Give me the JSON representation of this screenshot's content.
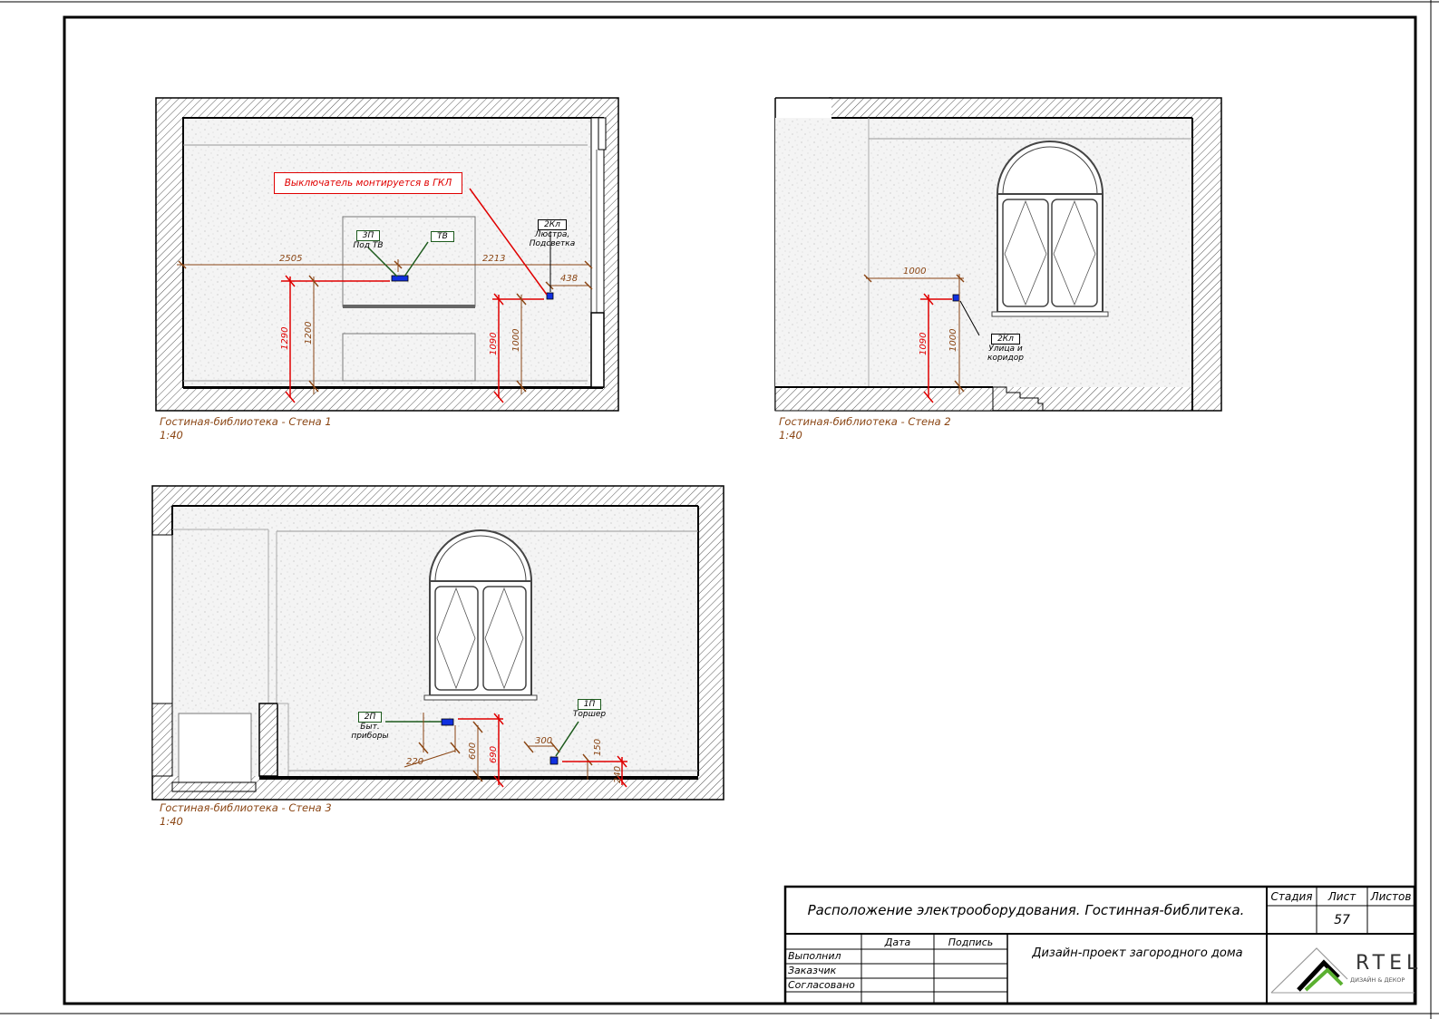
{
  "elevations": [
    {
      "caption": "Гостиная-библиотека - Стена 1",
      "scale": "1:40"
    },
    {
      "caption": "Гостиная-библиотека - Стена 2",
      "scale": "1:40"
    },
    {
      "caption": "Гостиная-библиотека - Стена 3",
      "scale": "1:40"
    }
  ],
  "notes": {
    "switch_in_drywall": "Выключатель монтируется в ГКЛ"
  },
  "tags": {
    "w1_socket": {
      "code": "3П",
      "desc": "Под ТВ"
    },
    "w1_tv": {
      "code": "ТВ",
      "desc": ""
    },
    "w1_switch": {
      "code": "2Кл",
      "desc": "Люстра,\nПодсветка"
    },
    "w2_switch": {
      "code": "2Кл",
      "desc": "Улица и\nкоридор"
    },
    "w3_socket2": {
      "code": "2П",
      "desc": "Быт.\nприборы"
    },
    "w3_socket1": {
      "code": "1П",
      "desc": "Торшер"
    }
  },
  "dimensions": {
    "w1": {
      "left": "2505",
      "right": "2213",
      "small": "438",
      "h1": "1290",
      "h2": "1200",
      "h3": "1090",
      "h4": "1000"
    },
    "w2": {
      "horiz": "1000",
      "h1": "1090",
      "h2": "1000"
    },
    "w3": {
      "d220": "220",
      "d600": "600",
      "d690": "690",
      "d300": "300",
      "d150": "150",
      "d240": "240"
    }
  },
  "title_block": {
    "title": "Расположение электрооборудования. Гостинная-библитека.",
    "stage_label": "Стадия",
    "sheet_label": "Лист",
    "sheets_label": "Листов",
    "stage": "",
    "sheet": "57",
    "sheets": "",
    "date_label": "Дата",
    "sign_label": "Подпись",
    "rows": [
      "Выполнил",
      "Заказчик",
      "Согласовано"
    ],
    "project": "Дизайн-проект загородного дома",
    "logo_text": "RTEL",
    "logo_sub": "ДИЗАЙН & ДЕКОР"
  },
  "colors": {
    "dimension_red": "#e00000",
    "tag_green": "#1c5a1c",
    "caption_brown": "#8a4513",
    "device_blue": "#1030e0",
    "logo_green": "#5ab030"
  }
}
